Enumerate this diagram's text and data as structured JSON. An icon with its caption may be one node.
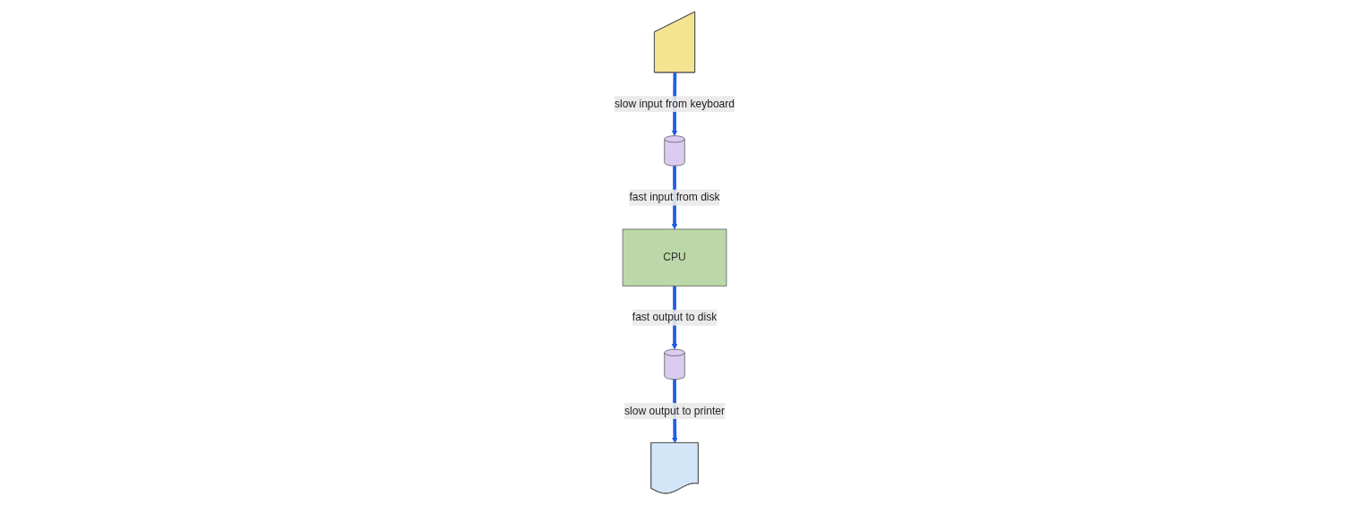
{
  "diagram": {
    "nodes": [
      {
        "text": [],
        "shape": "cylinder"
      },
      {
        "text": [],
        "shape": "trapezoid"
      },
      {
        "text": [
          "CPU"
        ]
      },
      {
        "text": [],
        "shape": "document"
      },
      {
        "text": [],
        "shape": "cylinder"
      }
    ],
    "edges": [
      {
        "from": 1,
        "to": 0,
        "arrow": "to",
        "label": "slow input from keyboard"
      },
      {
        "from": 0,
        "to": 2,
        "arrow": "to",
        "label": "fast input from disk"
      },
      {
        "from": 2,
        "to": 4,
        "arrow": "to",
        "label": "fast output to disk"
      },
      {
        "from": 4,
        "to": 3,
        "arrow": "to",
        "label": "slow output to printer"
      }
    ]
  }
}
